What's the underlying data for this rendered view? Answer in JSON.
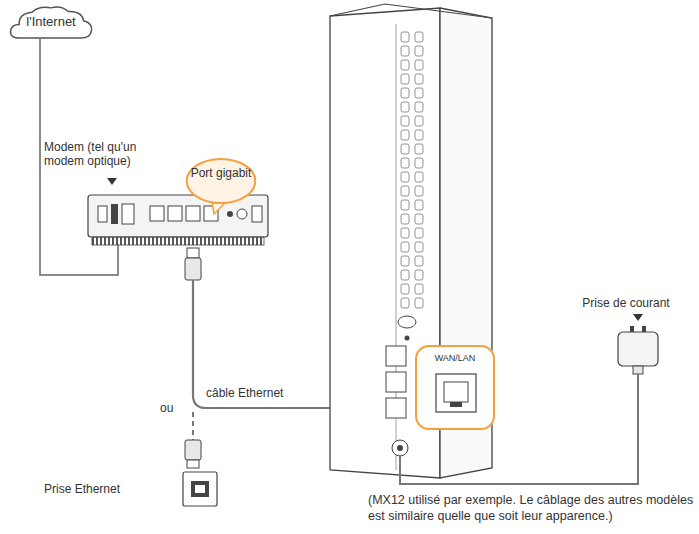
{
  "diagram": {
    "caption": "(MX12 utilisé par exemple. Le câblage des autres modèles est similaire quelle que soit leur apparence.)",
    "nodes": [
      {
        "text": [
          "l'Internet"
        ]
      },
      {
        "text": [
          "Modem (tel qu'un modem optique)"
        ]
      },
      {
        "text": [
          "Port gigabit"
        ]
      },
      {
        "text": [
          "Prise Ethernet"
        ]
      },
      {
        "text": [
          "WAN/LAN"
        ]
      },
      {
        "text": [
          "Prise de courant"
        ]
      }
    ],
    "edges": [
      {
        "from": 0,
        "to": 1,
        "arrow": "none"
      }
    ],
    "labels": [
      "câble Ethernet",
      "ou"
    ]
  }
}
